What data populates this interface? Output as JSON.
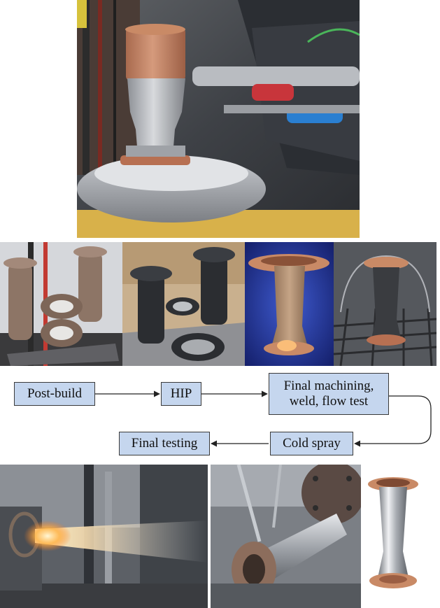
{
  "figure": {
    "photos": [
      {
        "name": "hot-fire-test-rig-photo",
        "subject": "nozzle on test stand with propellant feed lines"
      },
      {
        "name": "post-build-parts-photo-a",
        "subject": "printed nozzle liners and rings on build plate"
      },
      {
        "name": "post-build-parts-photo-b",
        "subject": "dark printed liners and rings on build plate"
      },
      {
        "name": "machined-nozzle-photo",
        "subject": "machined nozzle with copper flange on blue background"
      },
      {
        "name": "cold-spray-nozzle-photo",
        "subject": "cold sprayed nozzle on grate"
      },
      {
        "name": "hot-fire-plume-photo",
        "subject": "nozzle firing with exhaust plume"
      },
      {
        "name": "installed-nozzle-photo",
        "subject": "metallic nozzle installed on test stand"
      },
      {
        "name": "finished-nozzle-photo",
        "subject": "finished metallic nozzle with copper flanges"
      }
    ],
    "steps": [
      {
        "id": "post_build",
        "label": "Post-build"
      },
      {
        "id": "hip",
        "label": "HIP"
      },
      {
        "id": "final_machining",
        "label": "Final machining,\nweld, flow test"
      },
      {
        "id": "cold_spray",
        "label": "Cold spray"
      },
      {
        "id": "final_testing",
        "label": "Final testing"
      }
    ],
    "flow": [
      "post_build",
      "hip",
      "final_machining",
      "cold_spray",
      "final_testing"
    ],
    "colors": {
      "box_fill": "#c5d6ee",
      "box_border": "#3a3a3a",
      "arrow": "#222222",
      "copper": "#c98a66"
    }
  }
}
